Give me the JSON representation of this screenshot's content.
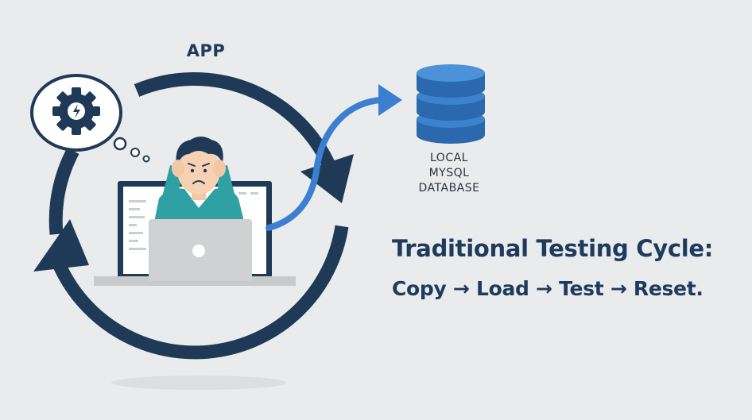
{
  "diagram": {
    "app_label": "APP",
    "database": {
      "lines": [
        "LOCAL",
        "MYSQL",
        "DATABASE"
      ]
    },
    "headline": "Traditional Testing Cycle:",
    "steps_text": "Copy → Load → Test → Reset."
  },
  "colors": {
    "background": "#eaebec",
    "cycle_navy": "#1f3a56",
    "accent_blue": "#3a7fd0",
    "database_blue": "#2e6fb5",
    "shirt_teal": "#2fa0a4"
  },
  "icons": [
    "gear-icon",
    "thought-bubble",
    "database-icon",
    "laptop-icon",
    "monitor-icon",
    "stressed-person"
  ]
}
